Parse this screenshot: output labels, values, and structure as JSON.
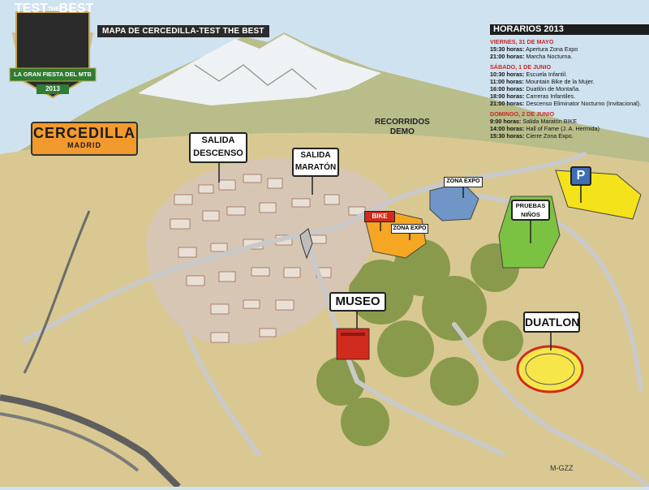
{
  "header": {
    "map_title": "MAPA DE CERCEDILLA-TEST THE BEST"
  },
  "logo": {
    "line1": "TEST",
    "line2": "THE",
    "line3": "BEST",
    "ribbon": "LA GRAN FIESTA DEL MTB",
    "year": "2013"
  },
  "location": {
    "name": "CERCEDILLA",
    "region": "MADRID"
  },
  "schedule": {
    "title": "HORARIOS 2013",
    "days": [
      {
        "day": "VIERNES, 31 DE MAYO",
        "items": [
          {
            "time": "15:30 horas:",
            "event": "Apertura Zona Expo"
          },
          {
            "time": "21:00 horas:",
            "event": "Marcha Nocturna."
          }
        ]
      },
      {
        "day": "SÁBADO, 1 DE JUNIO",
        "items": [
          {
            "time": "10:30 horas:",
            "event": "Escuela Infantil."
          },
          {
            "time": "11:00 horas:",
            "event": "Mountain Bike de la Mujer."
          },
          {
            "time": "16:00 horas:",
            "event": "Duatlón de Montaña."
          },
          {
            "time": "18:00 horas:",
            "event": "Carreras Infantiles."
          },
          {
            "time": "21:00 horas:",
            "event": "Descenso Eliminator Nocturno (Invitacional)."
          }
        ]
      },
      {
        "day": "DOMINGO, 2 DE JUNIO",
        "items": [
          {
            "time": "9:00 horas:",
            "event": "Salida Maratón BIKE"
          },
          {
            "time": "14:00 horas:",
            "event": "Hall of Fame (J. A. Hermida)"
          },
          {
            "time": "15:30 horas:",
            "event": "Cierre Zona Expo."
          }
        ]
      }
    ]
  },
  "signs": {
    "salida_descenso": [
      "SALIDA",
      "DESCENSO"
    ],
    "salida_maraton": [
      "SALIDA",
      "MARATÓN"
    ],
    "recorridos_demo": [
      "RECORRIDOS",
      "DEMO"
    ],
    "zona_expo_1": "ZONA EXPO",
    "zona_expo_2": "ZONA EXPO",
    "bike": "BIKE",
    "pruebas_ninos": [
      "PRUEBAS",
      "NIÑOS"
    ],
    "parking": "P",
    "museo": "MUSEO",
    "duatlon": "DUATLON"
  },
  "signature": "M-GZZ",
  "colors": {
    "expo_orange": "#f5a623",
    "expo_blue": "#6f96c7",
    "kids_green": "#7cc242",
    "parking_yellow": "#f4e21a",
    "duatlon_yellow": "#f6e64a",
    "museum_red": "#d12a1e"
  }
}
